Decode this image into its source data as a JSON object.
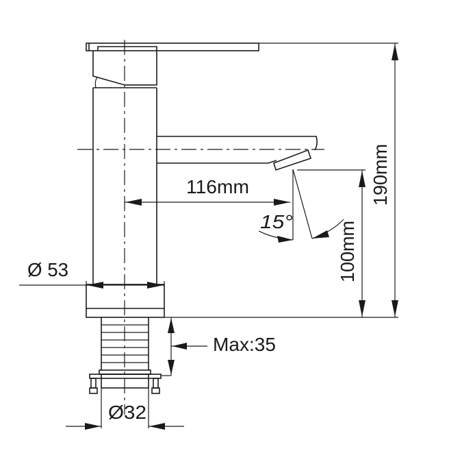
{
  "drawing": {
    "subject": "Basin faucet technical dimension drawing",
    "dimensions": {
      "spout_reach": "116mm",
      "spout_angle": "15°",
      "spout_height": "100mm",
      "total_height": "190mm",
      "base_diameter": "Ø 53",
      "max_deck_thickness": "Max:35",
      "shank_diameter": "Ø32"
    },
    "line_color": "#1a1a1a",
    "background": "#ffffff"
  }
}
